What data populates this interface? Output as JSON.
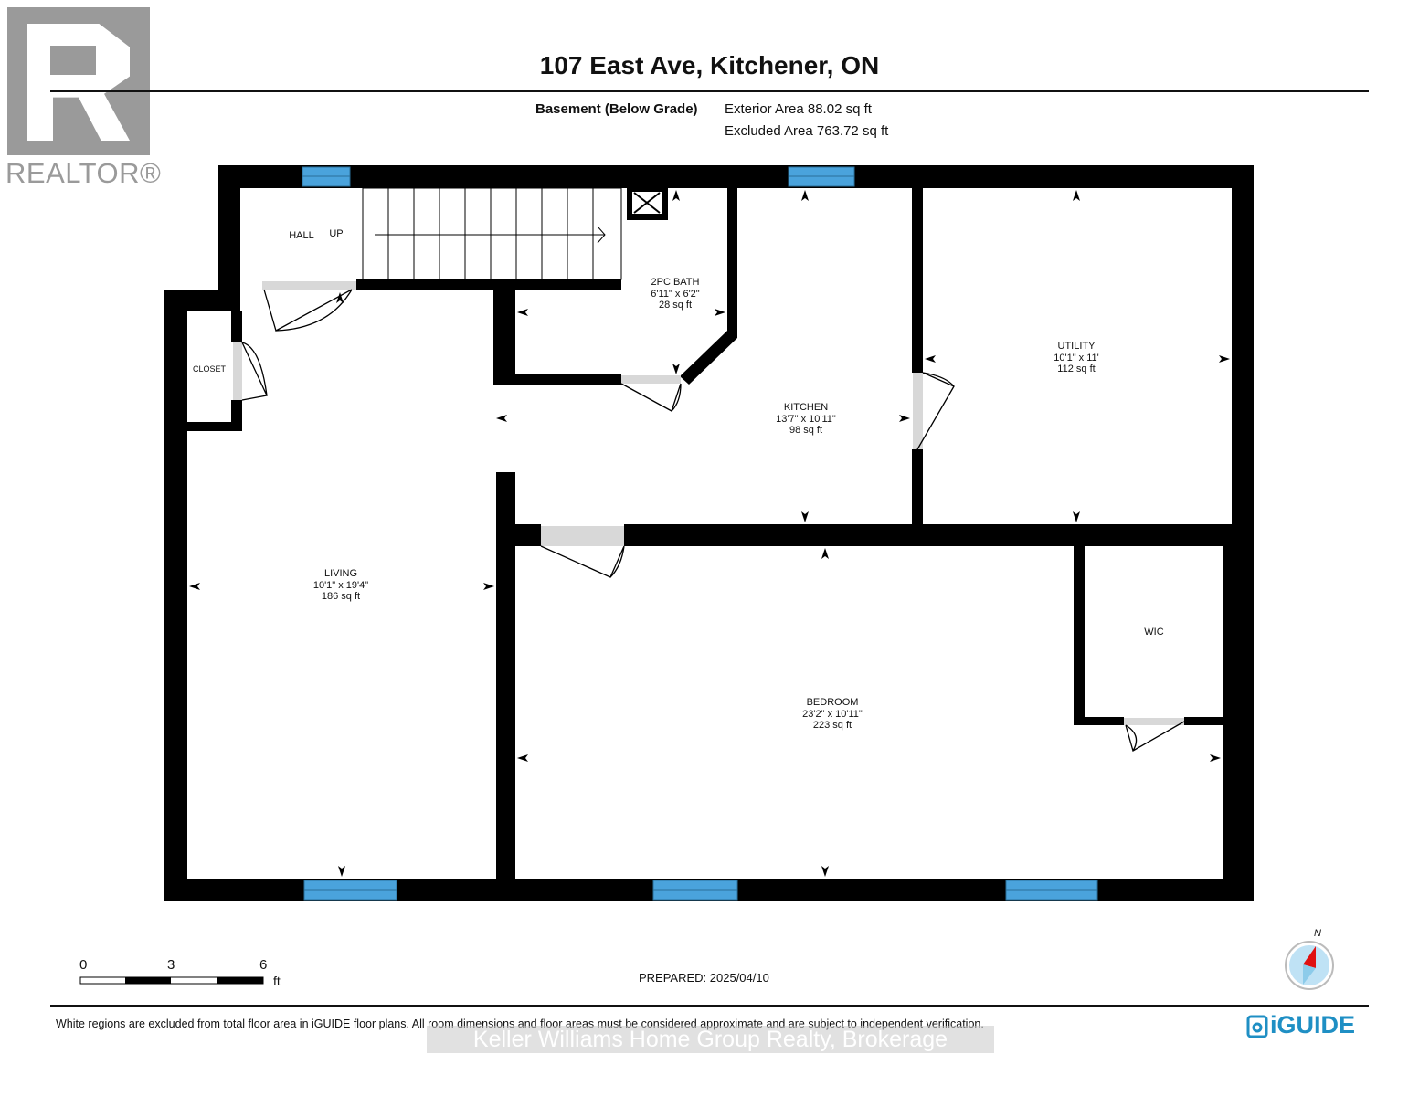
{
  "logo": {
    "realtor": "REALTOR®",
    "iguide": "iGUIDE"
  },
  "header": {
    "title": "107 East Ave, Kitchener, ON",
    "floor": "Basement (Below Grade)",
    "exterior_area": "Exterior Area 88.02 sq ft",
    "excluded_area": "Excluded Area 763.72 sq ft"
  },
  "rooms": {
    "hall": {
      "name": "HALL"
    },
    "up": {
      "name": "UP"
    },
    "closet": {
      "name": "CLOSET"
    },
    "bath": {
      "name": "2PC BATH",
      "dims": "6'11\" x 6'2\"",
      "area": "28 sq ft"
    },
    "kitchen": {
      "name": "KITCHEN",
      "dims": "13'7\" x 10'11\"",
      "area": "98 sq ft"
    },
    "utility": {
      "name": "UTILITY",
      "dims": "10'1\" x 11'",
      "area": "112 sq ft"
    },
    "living": {
      "name": "LIVING",
      "dims": "10'1\" x 19'4\"",
      "area": "186 sq ft"
    },
    "wic": {
      "name": "WIC"
    },
    "bedroom": {
      "name": "BEDROOM",
      "dims": "23'2\" x 10'11\"",
      "area": "223 sq ft"
    }
  },
  "scale": {
    "ticks": [
      "0",
      "3",
      "6"
    ],
    "unit": "ft"
  },
  "compass": {
    "north": "N"
  },
  "prepared": "PREPARED: 2025/04/10",
  "footer": {
    "disclaimer": "White regions are excluded from total floor area in iGUIDE floor plans. All room dimensions and floor areas must be considered approximate and are subject to independent verification.",
    "watermark": "Keller Williams Home Group Realty, Brokerage"
  },
  "colors": {
    "wall": "#000000",
    "window": "#4aa3dc",
    "door": "#d8d8d8",
    "brand": "#1f8fc4"
  }
}
